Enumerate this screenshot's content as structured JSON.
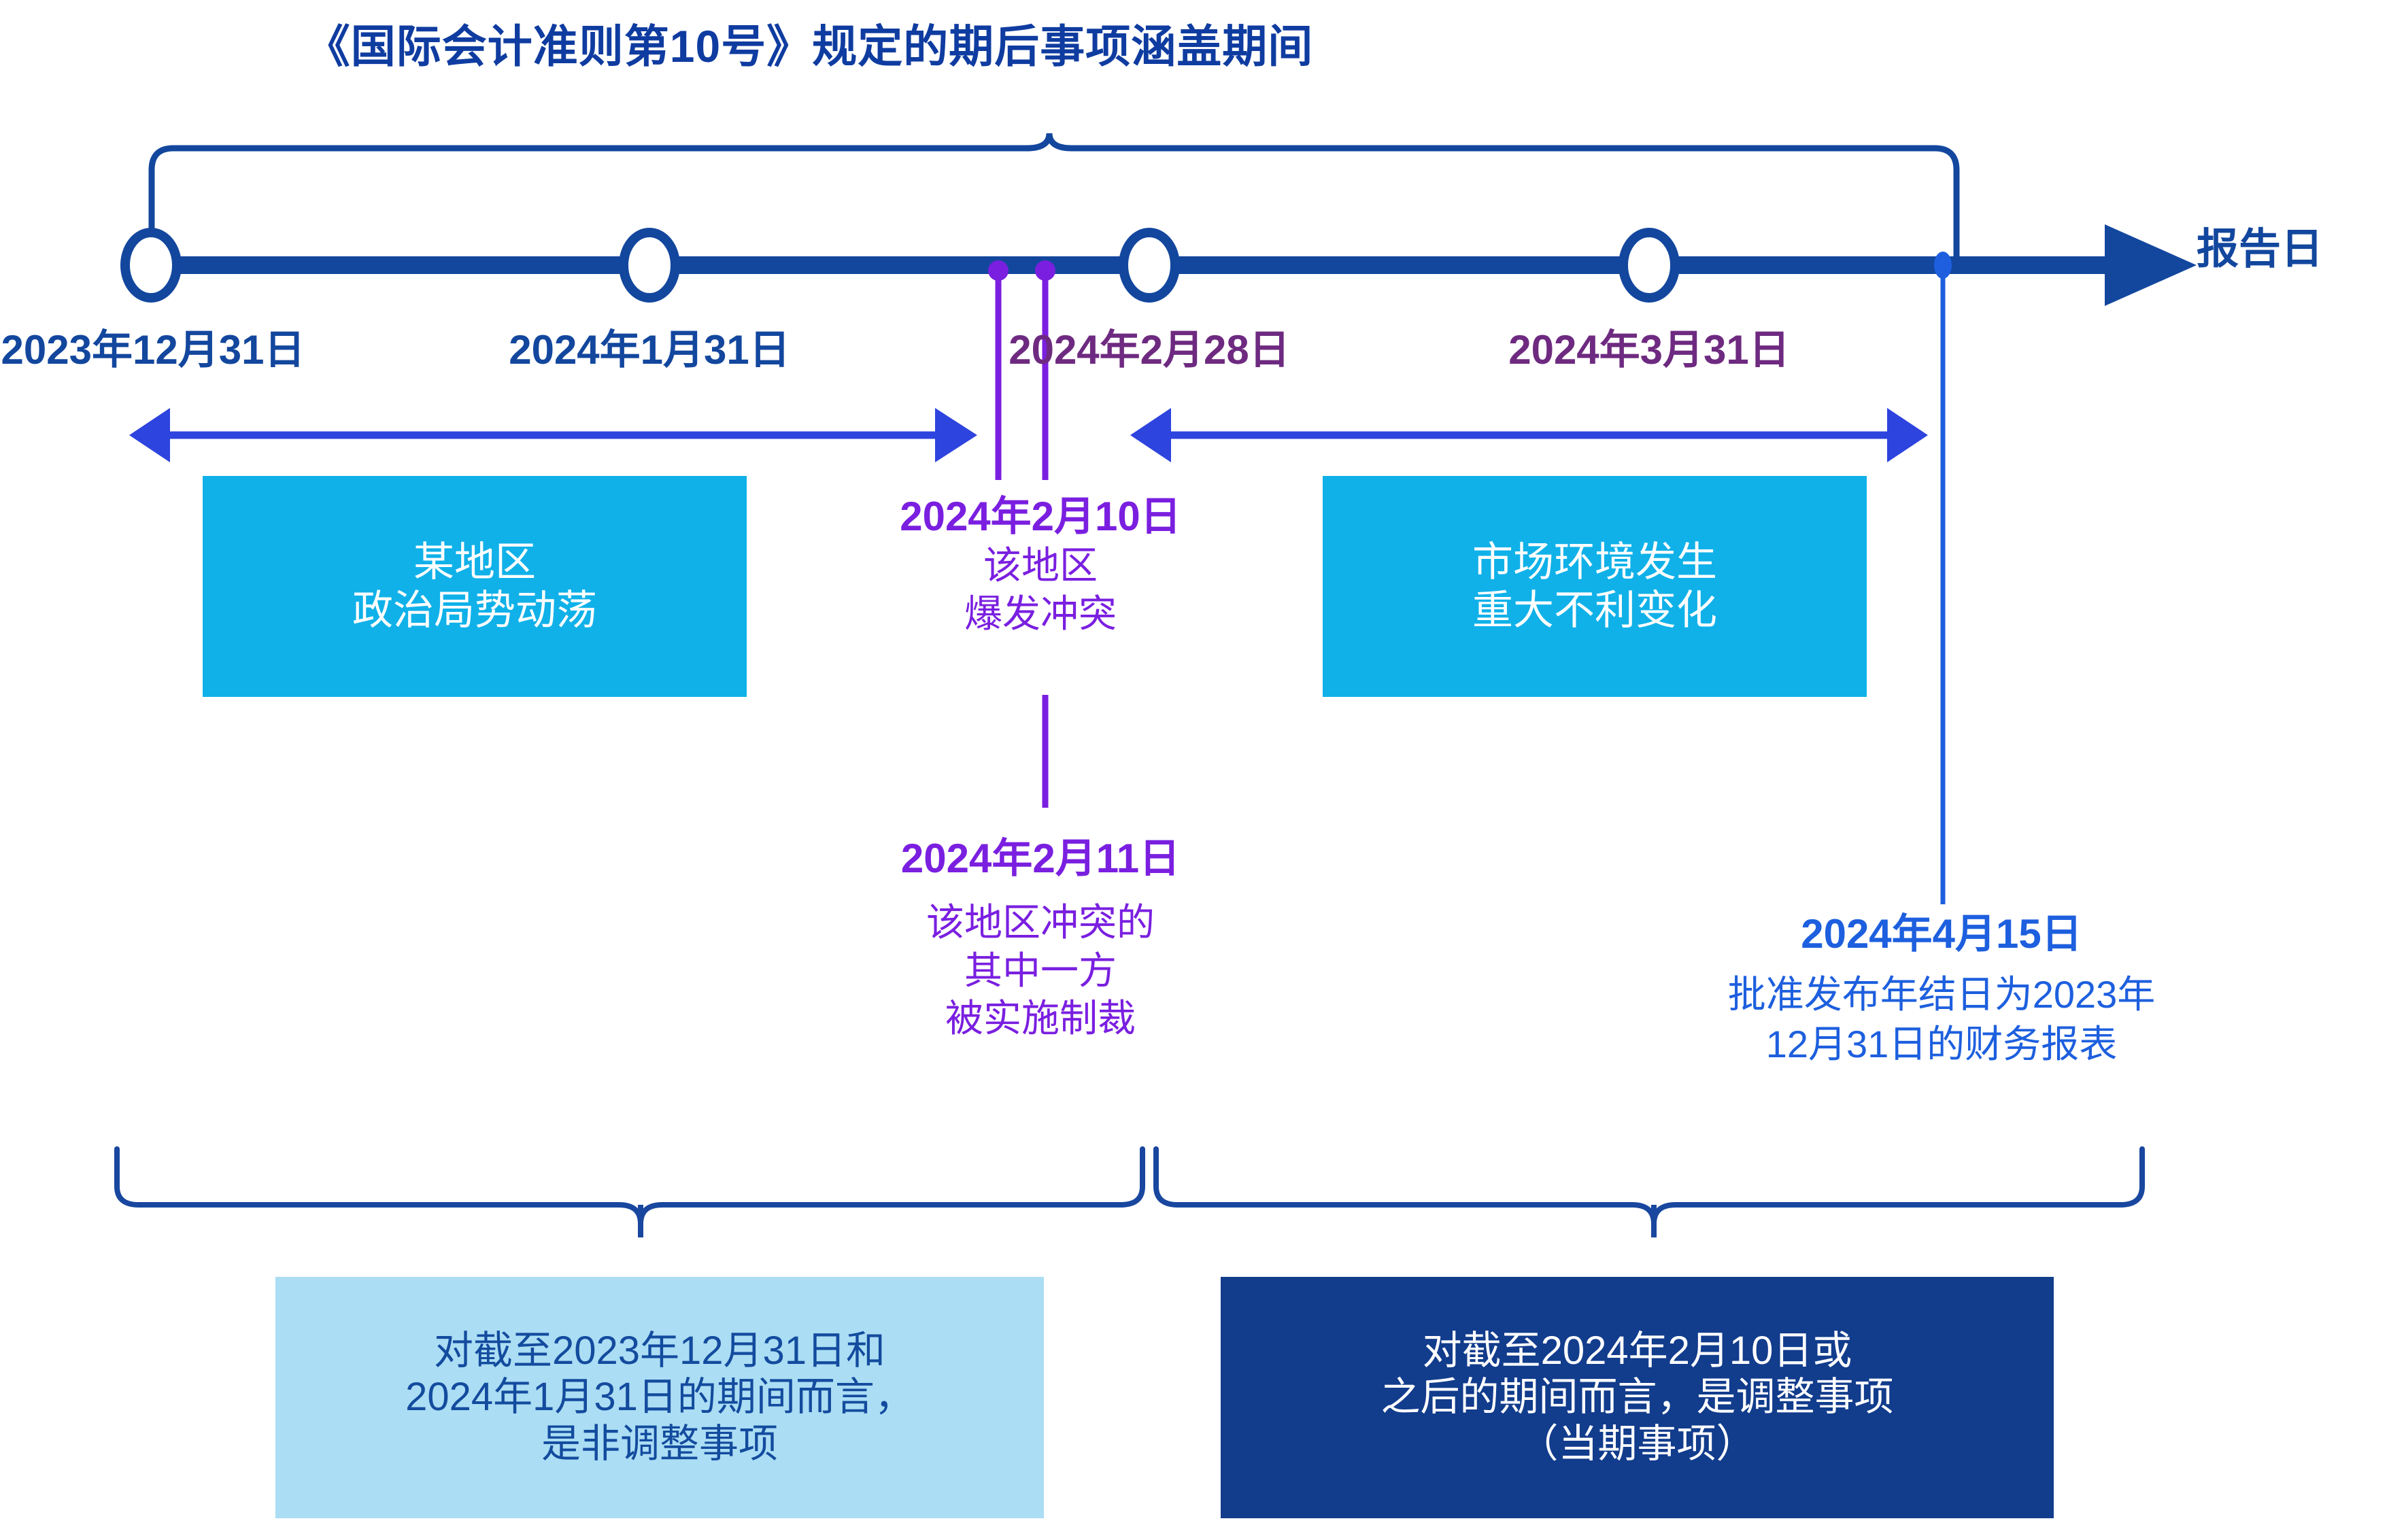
{
  "title": "《国际会计准则第10号》规定的期后事项涵盖期间",
  "axis": {
    "end_label": "报告日",
    "arrow_icon": "arrow-right-icon",
    "line_color": "#13479E"
  },
  "colors": {
    "navy": "#13479E",
    "plum": "#6E2A80",
    "purple": "#7A1FE0",
    "bright_blue": "#1D5FDE",
    "cyan": "#10B1E9",
    "light_blue": "#ABDDF4",
    "dark_navy": "#123C8C"
  },
  "milestones": [
    {
      "label": "2023年12月31日",
      "color": "navy"
    },
    {
      "label": "2024年1月31日",
      "color": "navy"
    },
    {
      "label": "2024年2月28日",
      "color": "plum"
    },
    {
      "label": "2024年3月31日",
      "color": "plum"
    }
  ],
  "event_boxes": [
    {
      "line1": "某地区",
      "line2": "政治局势动荡"
    },
    {
      "line1": "市场环境发生",
      "line2": "重大不利变化"
    }
  ],
  "annotations": {
    "feb10": {
      "date": "2024年2月10日",
      "line1": "该地区",
      "line2": "爆发冲突"
    },
    "feb11": {
      "date": "2024年2月11日",
      "line1": "该地区冲突的",
      "line2": "其中一方",
      "line3": "被实施制裁"
    },
    "apr15": {
      "date": "2024年4月15日",
      "line1": "批准发布年结日为2023年",
      "line2": "12月31日的财务报表"
    }
  },
  "conclusions": [
    {
      "kind": "non-adjusting",
      "line1": "对截至2023年12月31日和",
      "line2": "2024年1月31日的期间而言，",
      "line3": "是非调整事项"
    },
    {
      "kind": "adjusting",
      "line1": "对截至2024年2月10日或",
      "line2": "之后的期间而言，是调整事项",
      "line3": "（当期事项）"
    }
  ]
}
